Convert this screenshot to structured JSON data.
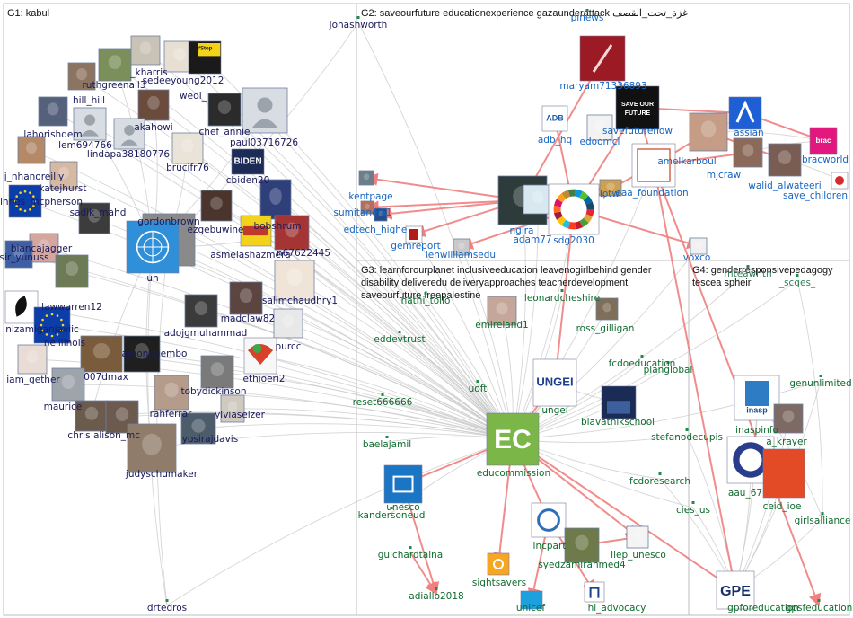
{
  "groups": [
    {
      "id": "G1",
      "label": "G1: kabul"
    },
    {
      "id": "G2",
      "label": "G2: saveourfuture educationexperience gazaunderattack غزة_تحت_القصف"
    },
    {
      "id": "G3",
      "label_lines": [
        "G3: learnforourplanet inclusiveeducation leavenogirlbehind gender",
        "disability deliveredu deliveryapproaches teacherdevelopment",
        "saveourfuture freepalestine"
      ]
    },
    {
      "id": "G4",
      "label_lines": [
        "G4: genderresponsivepedagogy",
        "tescea spheir"
      ]
    }
  ],
  "nodes": [
    {
      "id": "jonashworth",
      "label": "jonashworth"
    },
    {
      "id": "ruthgreenall3",
      "label": "ruthgreenall3"
    },
    {
      "id": "kharris",
      "label": "_kharris"
    },
    {
      "id": "sedeeyoung2012",
      "label": "sedeeyoung2012"
    },
    {
      "id": "wedi",
      "label": "wedi_"
    },
    {
      "id": "hill_hill",
      "label": "hill_hill"
    },
    {
      "id": "akahowi",
      "label": "akahowi"
    },
    {
      "id": "lahorishdem",
      "label": "lahorishdem"
    },
    {
      "id": "lem6947",
      "label": "lem694766"
    },
    {
      "id": "chef_annie",
      "label": "chef_annie"
    },
    {
      "id": "paul03716726",
      "label": "paul03716726"
    },
    {
      "id": "lindapa38180776",
      "label": "lindapa38180776"
    },
    {
      "id": "brucifr76",
      "label": "brucifr76"
    },
    {
      "id": "cbiden",
      "label": "cbiden20"
    },
    {
      "id": "j_nhanoreilly",
      "label": "j_nhanoreilly"
    },
    {
      "id": "katejhurst",
      "label": "katejhurst"
    },
    {
      "id": "innes_mcpherson",
      "label": "innes_mcpherson"
    },
    {
      "id": "sadik_mahd",
      "label": "sadik_mahd"
    },
    {
      "id": "gordonbrown",
      "label": "gordonbrown"
    },
    {
      "id": "un",
      "label": "un"
    },
    {
      "id": "ezgebuwine",
      "label": "ezgebuwine"
    },
    {
      "id": "bobshrum",
      "label": "bobshrum"
    },
    {
      "id": "asmelashazmera",
      "label": "asmelashazmera"
    },
    {
      "id": "n67622445",
      "label": "n67622445"
    },
    {
      "id": "biancajagger",
      "label": "biancajagger"
    },
    {
      "id": "sir_yunuss",
      "label": "sir_yunuss"
    },
    {
      "id": "lawwarren12",
      "label": "lawwarren12"
    },
    {
      "id": "salimchaudhry1",
      "label": "salimchaudhry1"
    },
    {
      "id": "nizamiganjaviic",
      "label": "nizamiganjaviic"
    },
    {
      "id": "neillinois",
      "label": "neillinois"
    },
    {
      "id": "adojgmuhammad",
      "label": "adojgmuhammad"
    },
    {
      "id": "madclaw82",
      "label": "madclaw82"
    },
    {
      "id": "amondgembo",
      "label": "amondgembo"
    },
    {
      "id": "purcc",
      "label": "purcc"
    },
    {
      "id": "iam_gether",
      "label": "iam_gether"
    },
    {
      "id": "007dmax",
      "label": "007dmax"
    },
    {
      "id": "ethioeri2",
      "label": "ethioeri2"
    },
    {
      "id": "tobydickinson",
      "label": "tobydickinson"
    },
    {
      "id": "maurice",
      "label": "maurice"
    },
    {
      "id": "rahferrar",
      "label": "rahferrar"
    },
    {
      "id": "ylviaselzer",
      "label": "ylviaselzer"
    },
    {
      "id": "chris",
      "label": "chris"
    },
    {
      "id": "alison_mc",
      "label": "alison_mc"
    },
    {
      "id": "yosirajdavis",
      "label": "yosirajdavis"
    },
    {
      "id": "judyschumaker",
      "label": "judyschumaker"
    },
    {
      "id": "drtedros",
      "label": "drtedros"
    },
    {
      "id": "pinews",
      "label": "pinews"
    },
    {
      "id": "maryam71336893",
      "label": "maryam71336893"
    },
    {
      "id": "adb_hq",
      "label": "adb_hq"
    },
    {
      "id": "edoomcl",
      "label": "edoomcl"
    },
    {
      "id": "savefuturenow",
      "label": "savefuturenow"
    },
    {
      "id": "assian",
      "label": "assian"
    },
    {
      "id": "amelkarboul",
      "label": "amelkarboul"
    },
    {
      "id": "bracworld",
      "label": "bracworld"
    },
    {
      "id": "mjcraw",
      "label": "mjcraw"
    },
    {
      "id": "walid_alwateeri",
      "label": "walid_alwateeri"
    },
    {
      "id": "save_children",
      "label": "save_children"
    },
    {
      "id": "kentpage",
      "label": "kentpage"
    },
    {
      "id": "sumitaneja1",
      "label": "sumitaneja1"
    },
    {
      "id": "edtech_highe",
      "label": "edtech_highe"
    },
    {
      "id": "gemreport",
      "label": "gemreport"
    },
    {
      "id": "lotw",
      "label": "lotw"
    },
    {
      "id": "eaa_foundation",
      "label": "eaa_foundation"
    },
    {
      "id": "ngira",
      "label": "ngira"
    },
    {
      "id": "adam77",
      "label": "adam77"
    },
    {
      "id": "sdg2030",
      "label": "sdg2030"
    },
    {
      "id": "ienwilliamsedu",
      "label": "ienwilliamsedu"
    },
    {
      "id": "voxco",
      "label": "voxco"
    },
    {
      "id": "nathi_tollo",
      "label": "nathi_tollo"
    },
    {
      "id": "leonardcheshire",
      "label": "leonardcheshire"
    },
    {
      "id": "emireland1",
      "label": "emireland1"
    },
    {
      "id": "ross_gilligan",
      "label": "ross_gilligan"
    },
    {
      "id": "eddevtrust",
      "label": "eddevtrust"
    },
    {
      "id": "fcdoeducation",
      "label": "fcdoeducation"
    },
    {
      "id": "planglobal",
      "label": "planglobal"
    },
    {
      "id": "uoft",
      "label": "uoft"
    },
    {
      "id": "ungei",
      "label": "ungei"
    },
    {
      "id": "blavatnikschool",
      "label": "blavatnikschool"
    },
    {
      "id": "reset666666",
      "label": "reset666666"
    },
    {
      "id": "stefanodecupis",
      "label": "stefanodecupis"
    },
    {
      "id": "baelajamil",
      "label": "baelajamil"
    },
    {
      "id": "educommission",
      "label": "educommission"
    },
    {
      "id": "fcdoresearch",
      "label": "fcdoresearch"
    },
    {
      "id": "cies_us",
      "label": "cies_us"
    },
    {
      "id": "kandersoneud",
      "label": "kandersoneud"
    },
    {
      "id": "unesco",
      "label": "unesco"
    },
    {
      "id": "incpart",
      "label": "incpart"
    },
    {
      "id": "iiep_unesco",
      "label": "iiep_unesco"
    },
    {
      "id": "guichardtaina",
      "label": "guichardtaina"
    },
    {
      "id": "sightsavers",
      "label": "sightsavers"
    },
    {
      "id": "syedzamirahmed4",
      "label": "syedzamirahmed4"
    },
    {
      "id": "adiallo2018",
      "label": "adiallo2018"
    },
    {
      "id": "unicef",
      "label": "unicef"
    },
    {
      "id": "hi_advocacy",
      "label": "hi_advocacy"
    },
    {
      "id": "scges",
      "label": "_scges_"
    },
    {
      "id": "genunlimited",
      "label": "genunlimited"
    },
    {
      "id": "inaspinfo",
      "label": "inaspinfo"
    },
    {
      "id": "a_krayer",
      "label": "a_krayer"
    },
    {
      "id": "aau_67",
      "label": "aau_67"
    },
    {
      "id": "ceid_ioe",
      "label": "ceid_ioe"
    },
    {
      "id": "girlsalliance",
      "label": "girlsalliance"
    },
    {
      "id": "gpforeducation",
      "label": "gpforeducation"
    },
    {
      "id": "gpsfeducation",
      "label": "gpsfeducation"
    },
    {
      "id": "tmteawhtn",
      "label": "mteawhtn"
    }
  ],
  "images": {
    "un_logo": "un-emblem",
    "ec_logo_text": "EC",
    "ungei_logo_text": "UNGEI",
    "gpe_logo_text": "GPE",
    "adb_logo_text": "ADB",
    "brac_logo_text": "brac",
    "inasp_logo_text": "inasp",
    "save_future_text": "SAVE OUR FUTURE",
    "stop_war_text": "#Stop war",
    "biden_text": "BIDEN"
  },
  "colors": {
    "edge_gray": "#c8c8c8",
    "edge_red": "#f08080",
    "border": "#bdbdbd",
    "label_blue": "#1565c0",
    "label_navy": "#1a1a5a",
    "label_green": "#0f6b2e"
  }
}
